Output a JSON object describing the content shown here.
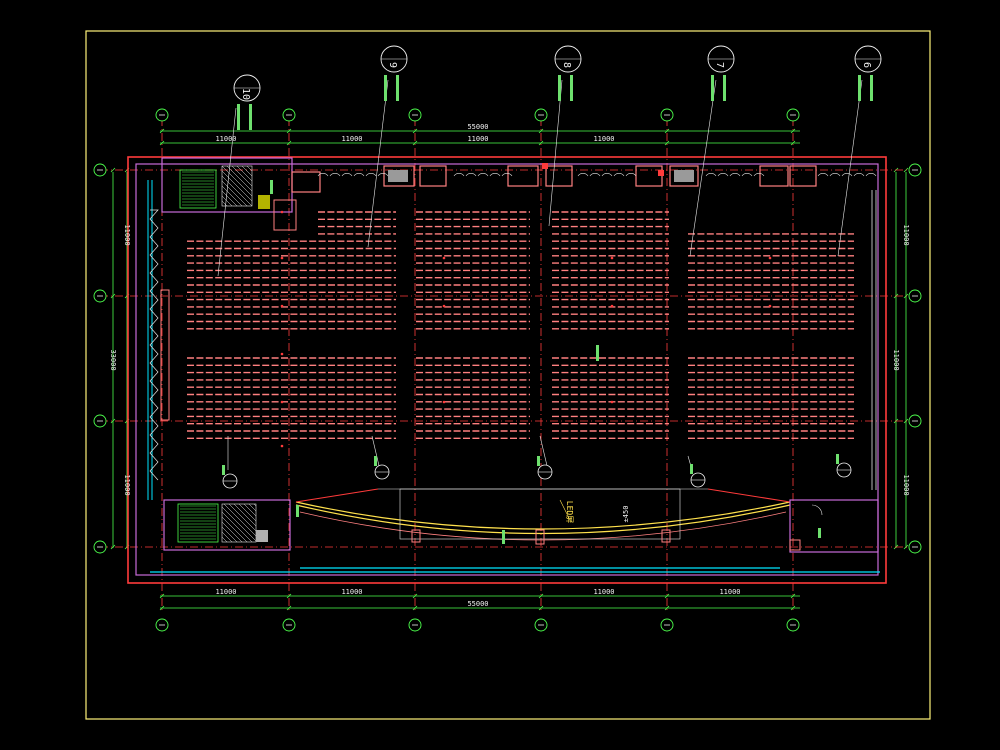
{
  "drawing": {
    "dimensions": {
      "top_overall": "55000",
      "top_bays": [
        "11000",
        "11000",
        "11000",
        "11000"
      ],
      "bottom_overall": "55000",
      "bottom_bays": [
        "11000",
        "11000",
        "11000",
        "11000"
      ],
      "left_overall": "33000",
      "left_bays": [
        "11000",
        "11000"
      ],
      "right_bays": [
        "11000",
        "11000",
        "11000"
      ],
      "right_mid": "11000"
    },
    "elevation_mark": "±450",
    "screen_label": "LED屏",
    "column_labels": [
      "10",
      "9",
      "8",
      "7",
      "6"
    ],
    "colors": {
      "frame": "#fff27a",
      "wall_outer": "#ff3b3b",
      "wall_inner": "#c86bd8",
      "axis": "#ff3b3b",
      "dim_line": "#4dff4d",
      "seat": "#ff8080",
      "stage": "#ffe14d",
      "glazing": "#00e5ff"
    }
  }
}
